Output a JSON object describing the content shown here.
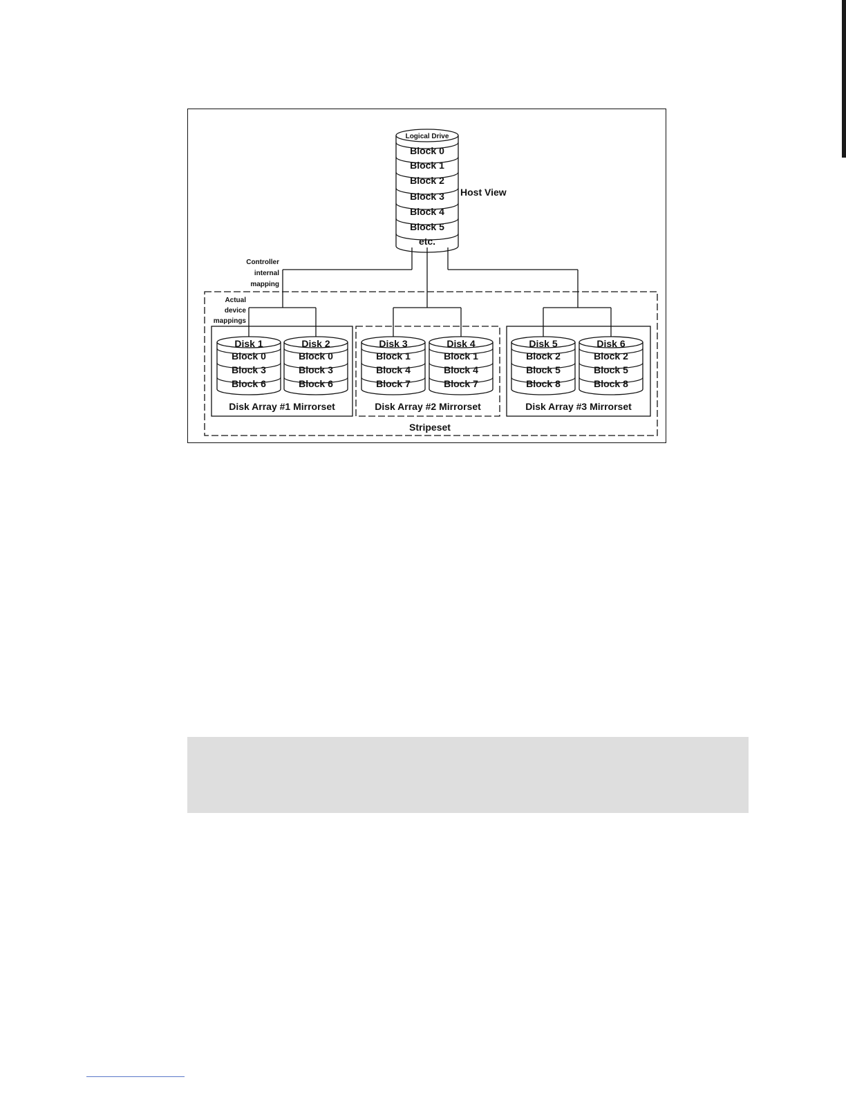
{
  "logical_drive": {
    "title": "Logical Drive",
    "blocks": [
      "Block 0",
      "Block 1",
      "Block 2",
      "Block 3",
      "Block 4",
      "Block 5"
    ],
    "etc": "etc."
  },
  "labels": {
    "host_view": "Host View",
    "controller_line1": "Controller",
    "controller_line2": "internal",
    "controller_line3": "mapping",
    "actual_line1": "Actual",
    "actual_line2": "device",
    "actual_line3": "mappings",
    "stripeset": "Stripeset"
  },
  "arrays": [
    {
      "label": "Disk Array #1 Mirrorset",
      "disks": [
        {
          "name": "Disk 1",
          "blocks": [
            "Block 0",
            "Block 3",
            "Block 6"
          ]
        },
        {
          "name": "Disk 2",
          "blocks": [
            "Block 0",
            "Block 3",
            "Block 6"
          ]
        }
      ]
    },
    {
      "label": "Disk Array #2 Mirrorset",
      "disks": [
        {
          "name": "Disk 3",
          "blocks": [
            "Block 1",
            "Block 4",
            "Block 7"
          ]
        },
        {
          "name": "Disk 4",
          "blocks": [
            "Block 1",
            "Block 4",
            "Block 7"
          ]
        }
      ]
    },
    {
      "label": "Disk Array #3 Mirrorset",
      "disks": [
        {
          "name": "Disk 5",
          "blocks": [
            "Block 2",
            "Block 5",
            "Block 8"
          ]
        },
        {
          "name": "Disk 6",
          "blocks": [
            "Block 2",
            "Block 5",
            "Block 8"
          ]
        }
      ]
    }
  ]
}
